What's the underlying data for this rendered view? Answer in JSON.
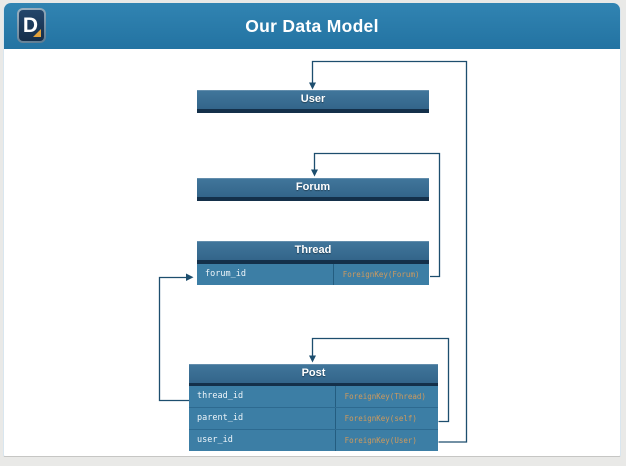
{
  "header": {
    "title": "Our Data Model",
    "logo_letter": "D"
  },
  "tables": [
    {
      "id": "user",
      "name": "User",
      "fields": []
    },
    {
      "id": "forum",
      "name": "Forum",
      "fields": []
    },
    {
      "id": "thread",
      "name": "Thread",
      "fields": [
        {
          "name": "forum_id",
          "type": "ForeignKey(Forum)"
        }
      ]
    },
    {
      "id": "post",
      "name": "Post",
      "fields": [
        {
          "name": "thread_id",
          "type": "ForeignKey(Thread)"
        },
        {
          "name": "parent_id",
          "type": "ForeignKey(self)"
        },
        {
          "name": "user_id",
          "type": "ForeignKey(User)"
        }
      ]
    }
  ],
  "relationships": [
    {
      "from": "Thread.forum_id",
      "to": "Forum"
    },
    {
      "from": "Post.thread_id",
      "to": "Thread"
    },
    {
      "from": "Post.parent_id",
      "to": "Post (self)"
    },
    {
      "from": "Post.user_id",
      "to": "User"
    }
  ],
  "colors": {
    "title_bar": "#2a7aa9",
    "table_header": "#35688c",
    "table_row": "#3c7ea5",
    "dark_divider": "#14304a",
    "connector_line": "#1d4e6e",
    "foreign_key_text": "#cf9a5d",
    "logo_accent": "#e2a23b",
    "slide_background": "#ffffff"
  }
}
